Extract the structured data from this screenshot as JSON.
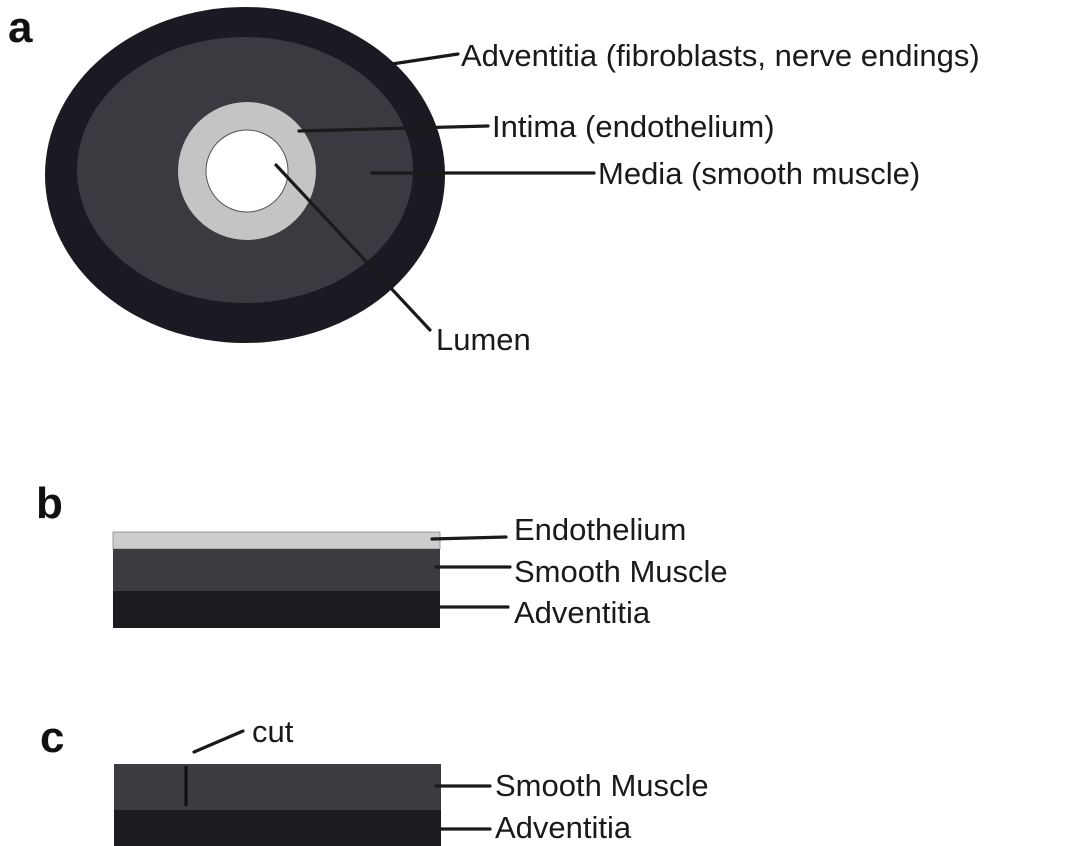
{
  "panels": {
    "a": {
      "letter": "a",
      "labels": {
        "adventitia": "Adventitia (fibroblasts, nerve endings)",
        "intima": "Intima (endothelium)",
        "media": "Media (smooth muscle)",
        "lumen": "Lumen"
      }
    },
    "b": {
      "letter": "b",
      "labels": {
        "endothelium": "Endothelium",
        "smooth_muscle": "Smooth Muscle",
        "adventitia": "Adventitia"
      }
    },
    "c": {
      "letter": "c",
      "labels": {
        "cut": "cut",
        "smooth_muscle": "Smooth Muscle",
        "adventitia": "Adventitia"
      }
    }
  },
  "colors": {
    "adventitia": "#1a1a22",
    "media": "#3a3a40",
    "intima": "#c4c4c4",
    "lumen": "#ffffff",
    "endothelium": "#cdcdcd",
    "smooth_muscle": "#3b3b40",
    "adventitia_layer": "#1b1b20"
  }
}
